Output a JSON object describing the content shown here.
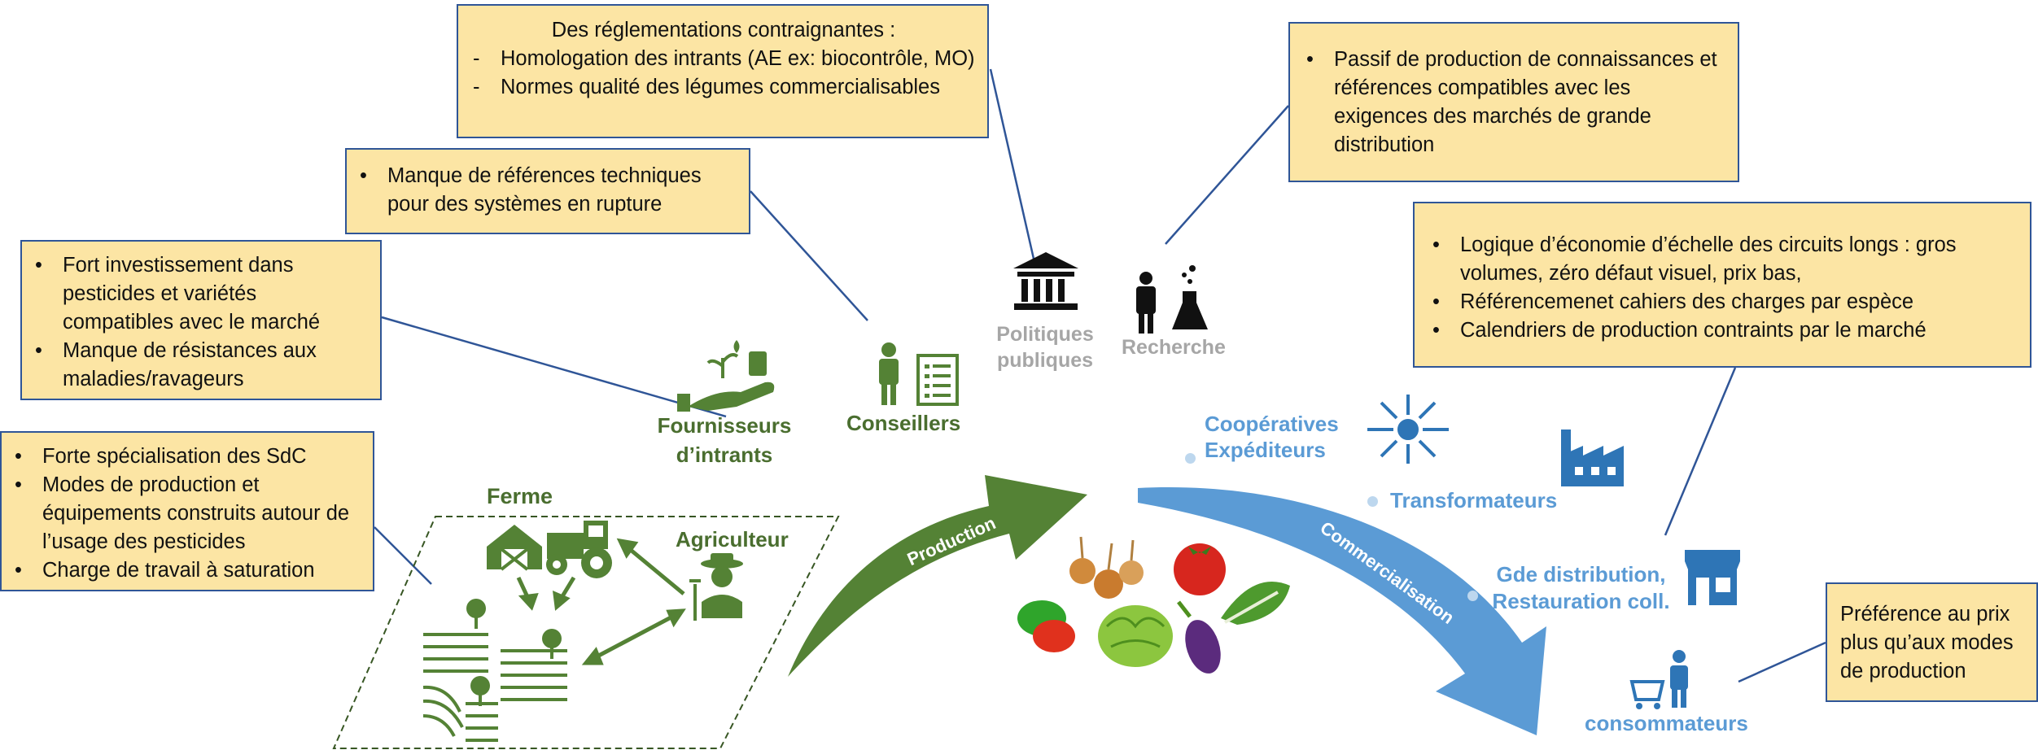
{
  "callouts": {
    "reglementations": {
      "title": "Des réglementations contraignantes :",
      "items": [
        "Homologation des intrants (AE ex: biocontrôle, MO)",
        "Normes qualité des légumes commercialisables"
      ]
    },
    "conseillers_refs": {
      "items": [
        "Manque de références techniques pour des systèmes en rupture"
      ]
    },
    "intrants": {
      "items": [
        "Fort investissement dans pesticides et variétés compatibles avec le marché",
        "Manque de résistances aux maladies/ravageurs"
      ]
    },
    "ferme": {
      "items": [
        "Forte spécialisation des SdC",
        "Modes de production  et équipements construits autour de l’usage des pesticides",
        "Charge de travail à saturation"
      ]
    },
    "recherche": {
      "items": [
        "Passif de production de connaissances et références compatibles avec les exigences des marchés de  grande distribution"
      ]
    },
    "circuits": {
      "items": [
        "Logique d’économie d’échelle  des circuits longs : gros volumes, zéro défaut visuel, prix bas,",
        "Référencemenet cahiers des charges par espèce",
        "Calendriers de production contraints par le marché"
      ]
    },
    "consommateurs": {
      "text": "Préférence au prix plus qu’aux modes de production"
    }
  },
  "actors": {
    "politiques": "Politiques publiques",
    "recherche": "Recherche",
    "fournisseurs": "Fournisseurs d’intrants",
    "conseillers": "Conseillers",
    "ferme": "Ferme",
    "agriculteur": "Agriculteur",
    "cooperatives": "Coopératives Expéditeurs",
    "transformateurs": "Transformateurs",
    "distribution": "Gde distribution, Restauration coll.",
    "consommateurs": "consommateurs"
  },
  "arrows": {
    "production": "Production",
    "commercialisation": "Commercialisation"
  },
  "colors": {
    "callout_fill": "#FCE5A4",
    "callout_border": "#2F5597",
    "green": "#4A6E2F",
    "blue": "#5B9BD5",
    "grey": "#A6A6A6"
  },
  "icons": [
    "government-building-icon",
    "scientist-flask-icon",
    "hand-seedling-icon",
    "advisor-checklist-icon",
    "barn-icon",
    "tractor-icon",
    "farmer-icon",
    "field-plots-icon",
    "star-burst-icon",
    "factory-icon",
    "store-icon",
    "shopper-cart-icon",
    "vegetables-image"
  ]
}
